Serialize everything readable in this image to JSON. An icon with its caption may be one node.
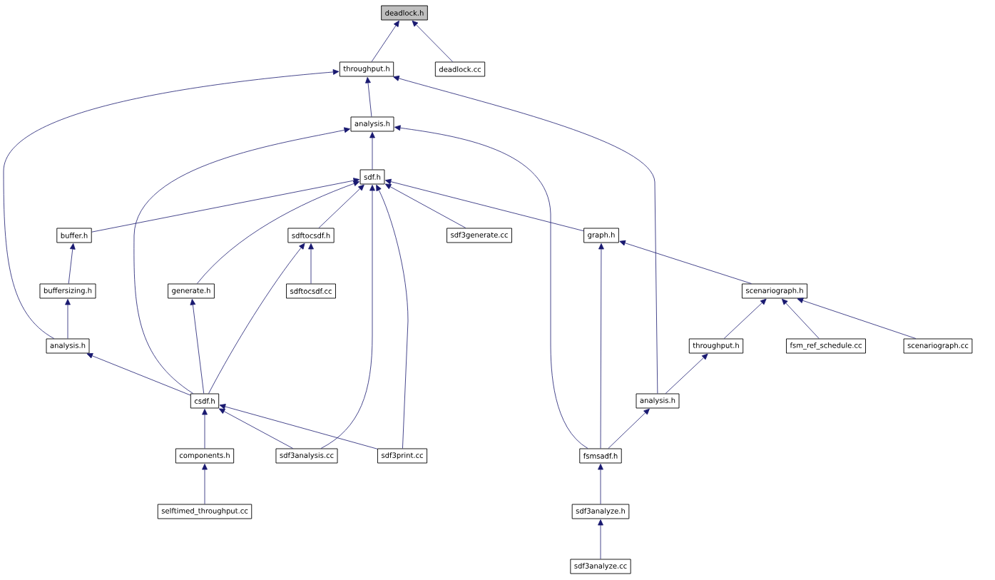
{
  "diagram": {
    "nodes": [
      {
        "text": [
          "deadlock.h"
        ]
      },
      {
        "text": [
          "throughput.h"
        ]
      },
      {
        "text": [
          "deadlock.cc"
        ]
      },
      {
        "text": [
          "analysis.h"
        ]
      },
      {
        "text": [
          "sdf.h"
        ]
      },
      {
        "text": [
          "buffer.h"
        ]
      },
      {
        "text": [
          "sdftocsdf.h"
        ]
      },
      {
        "text": [
          "sdf3generate.cc"
        ]
      },
      {
        "text": [
          "graph.h"
        ]
      },
      {
        "text": [
          "buffersizing.h"
        ]
      },
      {
        "text": [
          "generate.h"
        ]
      },
      {
        "text": [
          "sdftocsdf.cc"
        ]
      },
      {
        "text": [
          "scenariograph.h"
        ]
      },
      {
        "text": [
          "analysis.h"
        ]
      },
      {
        "text": [
          "throughput.h"
        ]
      },
      {
        "text": [
          "fsm_ref_schedule.cc"
        ]
      },
      {
        "text": [
          "scenariograph.cc"
        ]
      },
      {
        "text": [
          "csdf.h"
        ]
      },
      {
        "text": [
          "analysis.h"
        ]
      },
      {
        "text": [
          "components.h"
        ]
      },
      {
        "text": [
          "sdf3analysis.cc"
        ]
      },
      {
        "text": [
          "sdf3print.cc"
        ]
      },
      {
        "text": [
          "fsmsadf.h"
        ]
      },
      {
        "text": [
          "selftimed_throughput.cc"
        ]
      },
      {
        "text": [
          "sdf3analyze.h"
        ]
      },
      {
        "text": [
          "sdf3analyze.cc"
        ]
      }
    ],
    "edges": [
      {
        "from": 1,
        "to": 0,
        "arrow": "to"
      },
      {
        "from": 2,
        "to": 0,
        "arrow": "to"
      },
      {
        "from": 3,
        "to": 1,
        "arrow": "to"
      },
      {
        "from": 13,
        "to": 1,
        "arrow": "to"
      },
      {
        "from": 18,
        "to": 1,
        "arrow": "to"
      },
      {
        "from": 4,
        "to": 3,
        "arrow": "to"
      },
      {
        "from": 17,
        "to": 3,
        "arrow": "to"
      },
      {
        "from": 22,
        "to": 3,
        "arrow": "to"
      },
      {
        "from": 5,
        "to": 4,
        "arrow": "to"
      },
      {
        "from": 6,
        "to": 4,
        "arrow": "to"
      },
      {
        "from": 7,
        "to": 4,
        "arrow": "to"
      },
      {
        "from": 8,
        "to": 4,
        "arrow": "to"
      },
      {
        "from": 10,
        "to": 4,
        "arrow": "to"
      },
      {
        "from": 20,
        "to": 4,
        "arrow": "to"
      },
      {
        "from": 21,
        "to": 4,
        "arrow": "to"
      },
      {
        "from": 9,
        "to": 5,
        "arrow": "to"
      },
      {
        "from": 11,
        "to": 6,
        "arrow": "to"
      },
      {
        "from": 17,
        "to": 6,
        "arrow": "to"
      },
      {
        "from": 13,
        "to": 9,
        "arrow": "to"
      },
      {
        "from": 17,
        "to": 10,
        "arrow": "to"
      },
      {
        "from": 17,
        "to": 13,
        "arrow": "to"
      },
      {
        "from": 12,
        "to": 8,
        "arrow": "to"
      },
      {
        "from": 22,
        "to": 8,
        "arrow": "to"
      },
      {
        "from": 14,
        "to": 12,
        "arrow": "to"
      },
      {
        "from": 15,
        "to": 12,
        "arrow": "to"
      },
      {
        "from": 16,
        "to": 12,
        "arrow": "to"
      },
      {
        "from": 18,
        "to": 14,
        "arrow": "to"
      },
      {
        "from": 22,
        "to": 18,
        "arrow": "to"
      },
      {
        "from": 19,
        "to": 17,
        "arrow": "to"
      },
      {
        "from": 20,
        "to": 17,
        "arrow": "to"
      },
      {
        "from": 21,
        "to": 17,
        "arrow": "to"
      },
      {
        "from": 23,
        "to": 19,
        "arrow": "to"
      },
      {
        "from": 24,
        "to": 22,
        "arrow": "to"
      },
      {
        "from": 25,
        "to": 24,
        "arrow": "to"
      }
    ]
  }
}
